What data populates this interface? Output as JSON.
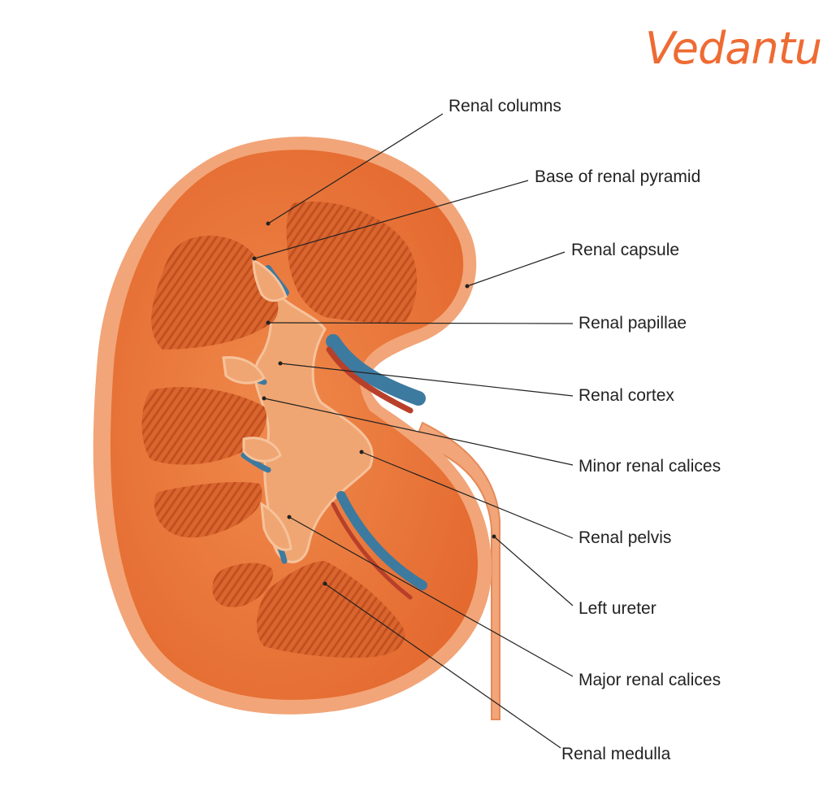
{
  "brand": {
    "name": "Vedantu",
    "color": "#ee6b33"
  },
  "labels": {
    "renal_columns": "Renal columns",
    "base_of_renal_pyramid": "Base of renal pyramid",
    "renal_capsule": "Renal capsule",
    "renal_papillae": "Renal papillae",
    "renal_cortex": "Renal cortex",
    "minor_renal_calices": "Minor renal calices",
    "renal_pelvis": "Renal pelvis",
    "left_ureter": "Left ureter",
    "major_renal_calices": "Major renal calices",
    "renal_medulla": "Renal medulla"
  },
  "colors": {
    "capsule": "#f2a578",
    "cortex": "#e8733a",
    "pyramid": "#d9652f",
    "pyramid_stripe": "#c2501f",
    "pelvis": "#f0a672",
    "vein": "#3d7aa0",
    "artery": "#b8402a"
  }
}
